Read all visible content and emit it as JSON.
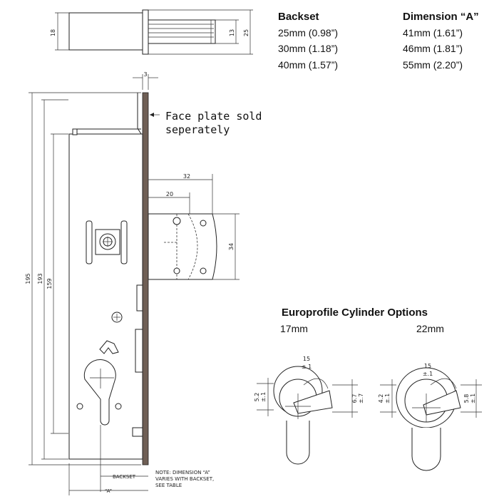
{
  "table": {
    "headers": [
      "Backset",
      "Dimension “A”"
    ],
    "rows": [
      [
        "25mm (0.98”)",
        "41mm (1.61”)"
      ],
      [
        "30mm (1.18”)",
        "46mm (1.81”)"
      ],
      [
        "40mm (1.57”)",
        "55mm (2.20”)"
      ]
    ]
  },
  "faceplate_note": [
    "Face plate sold",
    "seperately"
  ],
  "dimensions": {
    "top_height": "18",
    "top_bolt": "13",
    "top_total": "25",
    "faceplate": "3",
    "bolt_throw": "32",
    "bolt_inner": "20",
    "bolt_height": "34",
    "h195": "195",
    "h193": "193",
    "h159": "159",
    "backset_label": "BACKSET",
    "a_label": "“A”"
  },
  "bottom_note": [
    "NOTE: DIMENSION “A”",
    "VARIES WITH BACKSET,",
    "SEE TABLE"
  ],
  "cylinder": {
    "title": "Europrofile Cylinder Options",
    "opt17": {
      "label": "17mm",
      "angle": "15",
      "angle_tol": "±.1",
      "left_val": "5.2",
      "left_tol": "±.1",
      "right_val": "6.7",
      "right_tol": "±.7"
    },
    "opt22": {
      "label": "22mm",
      "angle": "15",
      "angle_tol": "±.1",
      "left_val": "4.2",
      "left_tol": "±.1",
      "right_val": "5.8",
      "right_tol": "±.1"
    }
  },
  "colors": {
    "faceplate": "#6f5f55",
    "ink": "#222222"
  }
}
